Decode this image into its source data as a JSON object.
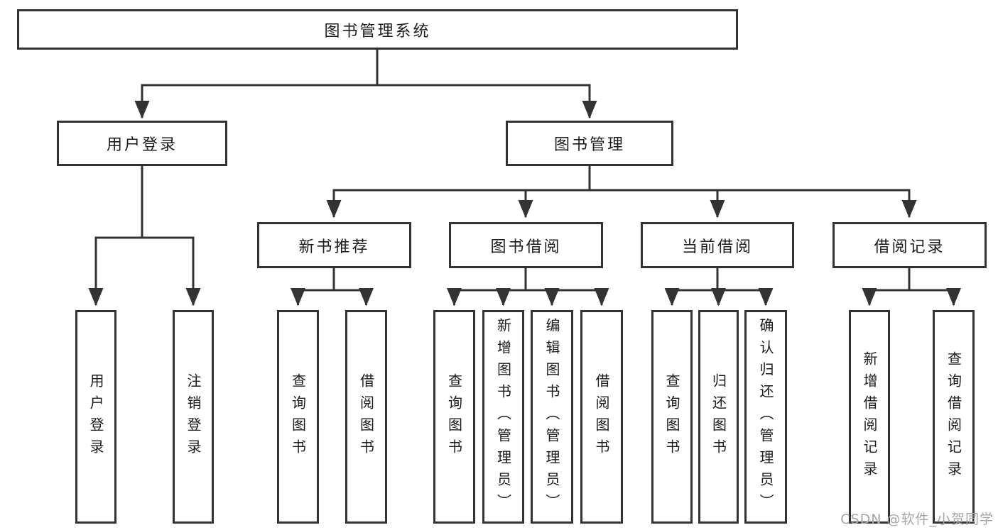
{
  "diagram": {
    "root": {
      "label": "图书管理系统"
    },
    "branches": [
      {
        "label": "用户登录",
        "children": [
          {
            "label": "用户登录"
          },
          {
            "label": "注销登录"
          }
        ]
      },
      {
        "label": "图书管理",
        "children": [
          {
            "label": "新书推荐",
            "children": [
              {
                "label": "查询图书"
              },
              {
                "label": "借阅图书"
              }
            ]
          },
          {
            "label": "图书借阅",
            "children": [
              {
                "label": "查询图书"
              },
              {
                "label": "新增图书（管理员）"
              },
              {
                "label": "编辑图书（管理员）"
              },
              {
                "label": "借阅图书"
              }
            ]
          },
          {
            "label": "当前借阅",
            "children": [
              {
                "label": "查询图书"
              },
              {
                "label": "归还图书"
              },
              {
                "label": "确认归还（管理员）"
              }
            ]
          },
          {
            "label": "借阅记录",
            "children": [
              {
                "label": "新增借阅记录"
              },
              {
                "label": "查询借阅记录"
              }
            ]
          }
        ]
      }
    ]
  },
  "watermark": {
    "text": "CSDN @软件_小贺同学"
  },
  "colors": {
    "line": "#333333",
    "box_border": "#333333",
    "box_fill": "#ffffff",
    "text": "#1c1c1c",
    "watermark": "#a6a6a6",
    "background": "#ffffff"
  }
}
